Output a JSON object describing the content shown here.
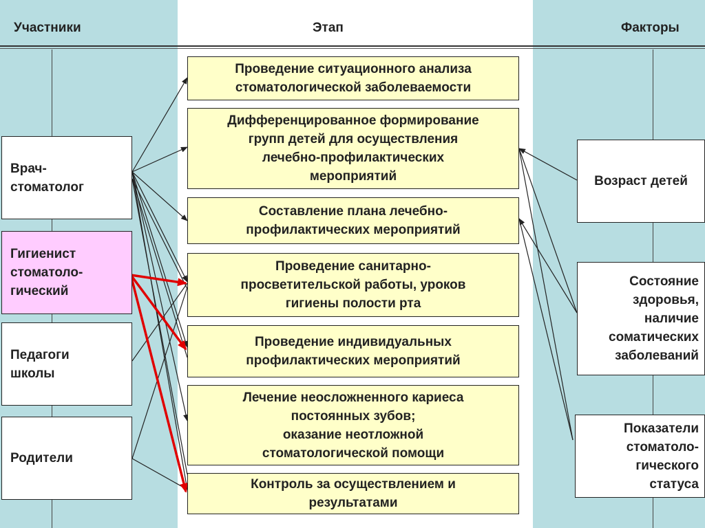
{
  "headers": {
    "participants": "Участники",
    "stage": "Этап",
    "factors": "Факторы"
  },
  "stages": [
    "Проведение ситуационного анализа\nстоматологической заболеваемости",
    "Дифференцированное формирование\nгрупп детей для осуществления\nлечебно-профилактических\nмероприятий",
    "Составление плана лечебно-\nпрофилактических мероприятий",
    "Проведение санитарно-\nпросветительской работы, уроков\nгигиены полости рта",
    "Проведение индивидуальных\nпрофилактических мероприятий",
    "Лечение неосложненного кариеса\nпостоянных зубов;\nоказание неотложной\nстоматологической помощи",
    "Контроль за осуществлением и\nрезультатами"
  ],
  "participants": [
    "Врач-\nстоматолог",
    "Гигиенист\nстоматоло-\nгический",
    "Педагоги\nшколы",
    "Родители"
  ],
  "factors": [
    "Возраст детей",
    "Состояние\nздоровья,\nналичие\nсоматических\nзаболеваний",
    "Показатели\nстоматоло-\nгического\nстатуса"
  ],
  "colors": {
    "side_columns": "#b7dde1",
    "stage_fill": "#ffffc9",
    "hygienist_fill": "#ffccff",
    "highlight_arrow": "#e00000",
    "arrow": "#222222"
  }
}
